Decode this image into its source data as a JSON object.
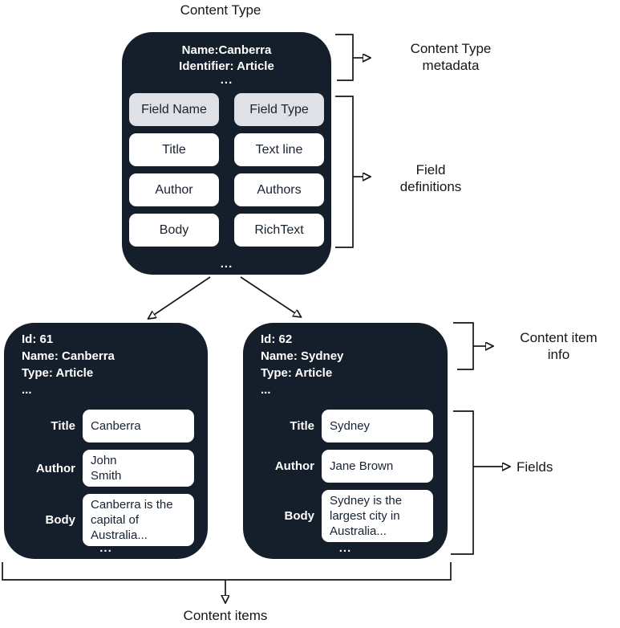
{
  "title": "Content Type",
  "ellipsis": "...",
  "content_type_box": {
    "name_line": "Name:Canberra",
    "identifier_line": "Identifier: Article",
    "table": {
      "headers": [
        "Field Name",
        "Field Type"
      ],
      "rows": [
        [
          "Title",
          "Text line"
        ],
        [
          "Author",
          "Authors"
        ],
        [
          "Body",
          "RichText"
        ]
      ]
    }
  },
  "annotations": {
    "content_type_metadata": "Content Type\nmetadata",
    "field_definitions": "Field\ndefinitions",
    "content_item_info": "Content item\ninfo",
    "fields": "Fields",
    "content_items": "Content items"
  },
  "items": [
    {
      "meta": "Id: 61\nName: Canberra\nType: Article\n...",
      "fields": [
        {
          "label": "Title",
          "value": "Canberra"
        },
        {
          "label": "Author",
          "value": "John\nSmith"
        },
        {
          "label": "Body",
          "value": "Canberra is the\ncapital of\nAustralia..."
        }
      ]
    },
    {
      "meta": "Id: 62\nName: Sydney\nType: Article\n...",
      "fields": [
        {
          "label": "Title",
          "value": "Sydney"
        },
        {
          "label": "Author",
          "value": "Jane Brown"
        },
        {
          "label": "Body",
          "value": "Sydney is the\nlargest city in\nAustralia..."
        }
      ]
    }
  ],
  "colors": {
    "box_background": "#151e2b",
    "header_cell_background": "#e0e1e7",
    "cell_background": "#ffffff",
    "connector_line": "#161616"
  }
}
